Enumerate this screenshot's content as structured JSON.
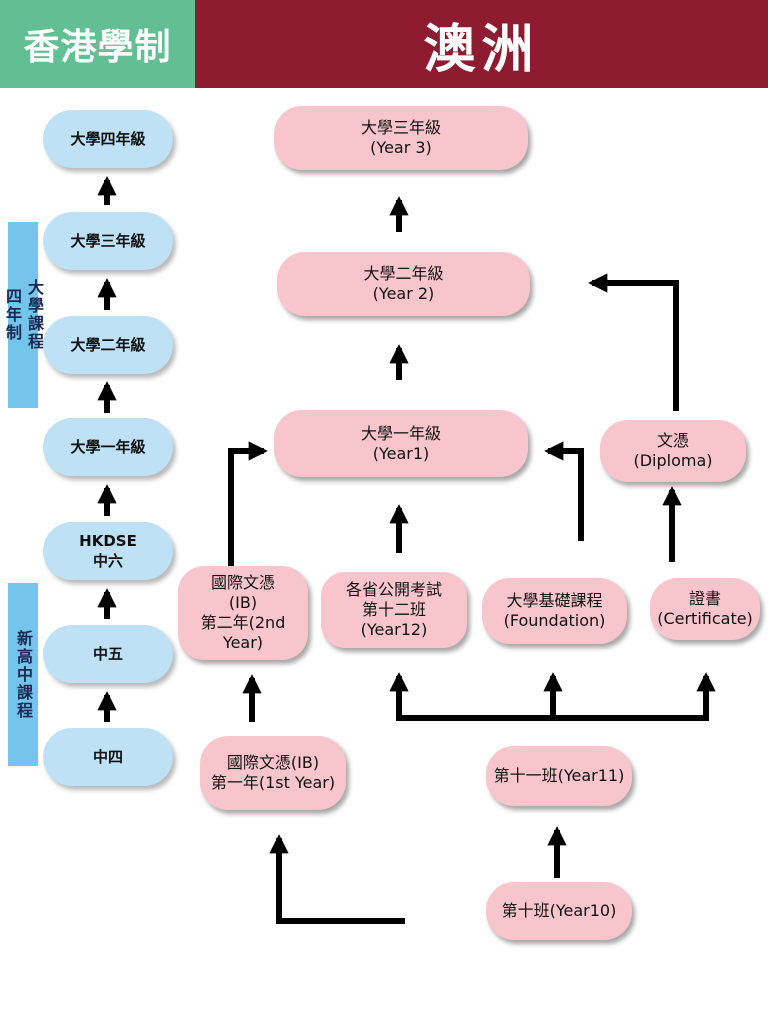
{
  "header": {
    "left_title": "香港學制",
    "right_title": "澳洲",
    "left_color": "#62bf94",
    "right_color": "#8e1b2f"
  },
  "hk": {
    "side_label_university": "大學課程\n四年制",
    "side_label_secondary": "新高中課程",
    "boxes": {
      "uni4": "大學四年級",
      "uni3": "大學三年級",
      "uni2": "大學二年級",
      "uni1": "大學一年級",
      "hkdse": "HKDSE\n中六",
      "f5": "中五",
      "f4": "中四"
    }
  },
  "au": {
    "boxes": {
      "year3": "大學三年級\n(Year 3)",
      "year2": "大學二年級\n(Year 2)",
      "year1": "大學一年級\n(Year1)",
      "diploma": "文憑\n(Diploma)",
      "ib2": "國際文憑\n(IB)\n第二年(2nd\nYear)",
      "year12": "各省公開考試\n第十二班\n(Year12)",
      "foundation": "大學基礎課程\n(Foundation)",
      "certificate": "證書\n(Certificate)",
      "ib1": "國際文憑(IB)\n第一年(1st Year)",
      "year11": "第十一班(Year11)",
      "year10": "第十班(Year10)"
    }
  },
  "colors": {
    "blue_box": "#bfe1f5",
    "pink_box": "#f7c5cb",
    "side_bar": "#75c4ec",
    "arrow": "#000000"
  }
}
